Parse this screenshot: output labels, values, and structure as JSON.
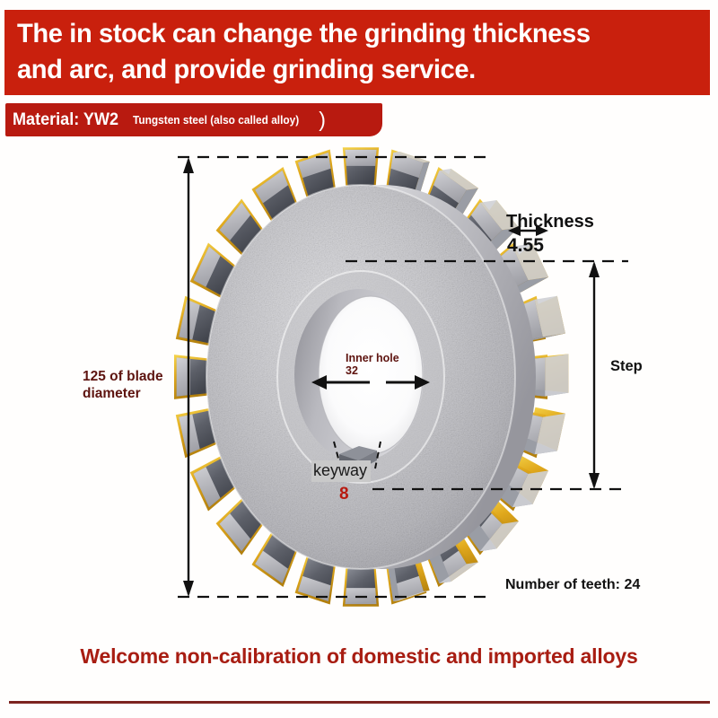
{
  "colors": {
    "banner_red": "#c9200d",
    "material_red": "#b81a10",
    "label_maroon": "#5e1410",
    "footer_red": "#a81d12",
    "rule_brown": "#7d2420",
    "blade_steel": "#c9c9cc",
    "carbide_gold": "#e8b923",
    "tooth_dark": "#5a5d66"
  },
  "headline": {
    "line1": "The in stock can change the grinding thickness",
    "line2": "and arc, and provide grinding service."
  },
  "material": {
    "main": "Material: YW2",
    "sub": "Tungsten steel (also called alloy)",
    "paren": ")"
  },
  "annotations": {
    "diameter": "125 of blade diameter",
    "thickness_label": "Thickness",
    "thickness_value": "4.55",
    "step_label": "Step",
    "teeth_label": "Number of teeth: 24",
    "inner_hole_label": "Inner hole",
    "inner_hole_value": "32",
    "keyway_label": "keyway",
    "keyway_value": "8"
  },
  "footer": {
    "text": "Welcome non-calibration of domestic and imported alloys"
  },
  "product": {
    "type": "side-and-face-milling-cutter",
    "teeth_count": 24,
    "blade_diameter_mm": 125,
    "thickness_mm": 4.55,
    "inner_hole_mm": 32,
    "keyway_mm": 8
  }
}
